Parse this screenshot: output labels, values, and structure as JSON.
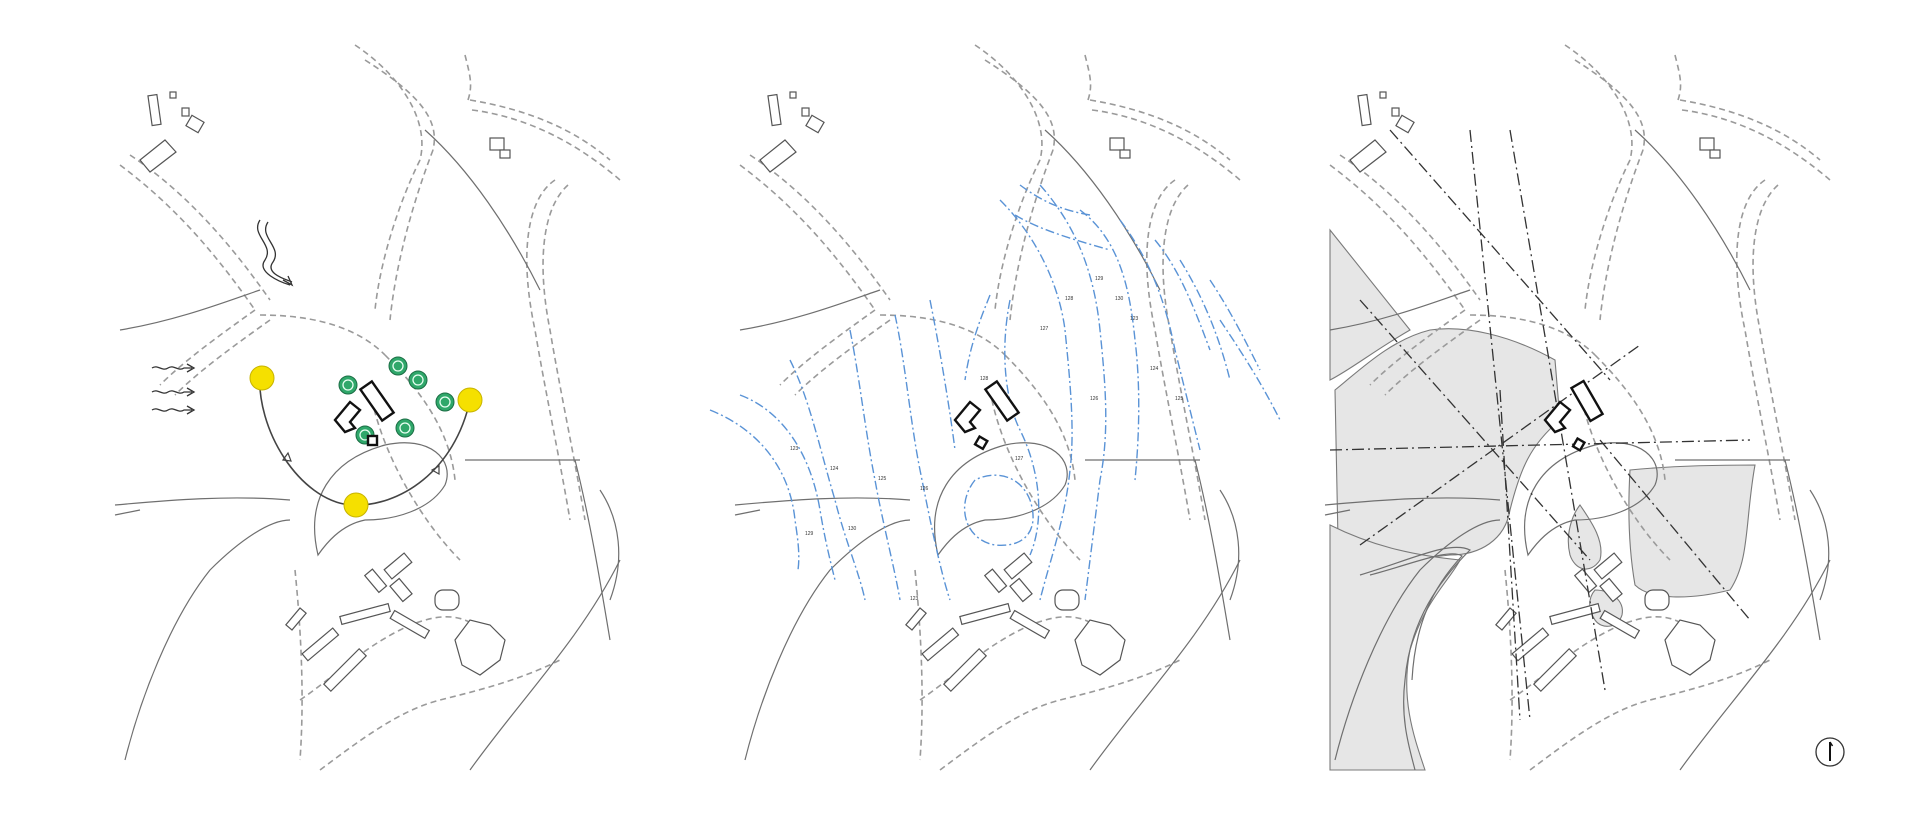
{
  "sheet": {
    "panels": [
      {
        "id": "panel-1",
        "theme": "sun-wind-vegetation"
      },
      {
        "id": "panel-2",
        "theme": "topography-contours"
      },
      {
        "id": "panel-3",
        "theme": "sightlines-open-fields"
      }
    ]
  },
  "colors": {
    "road_dash": "#9a9a9a",
    "path_line": "#6f6f6f",
    "building_outline": "#555555",
    "main_building": "#111111",
    "sun": "#f5e000",
    "sun_outline": "#c8b400",
    "tree_fill": "#2fa76a",
    "tree_outline": "#1c6e45",
    "contour": "#5a93d6",
    "field_fill": "#e6e6e6",
    "axis_line": "#333333"
  },
  "icons": {
    "sun": "sun-icon",
    "tree": "tree-icon",
    "wind": "wind-arrow-icon",
    "north": "north-arrow-icon"
  },
  "contour_labels": [
    "123",
    "124",
    "125",
    "126",
    "127",
    "128",
    "129",
    "130"
  ]
}
